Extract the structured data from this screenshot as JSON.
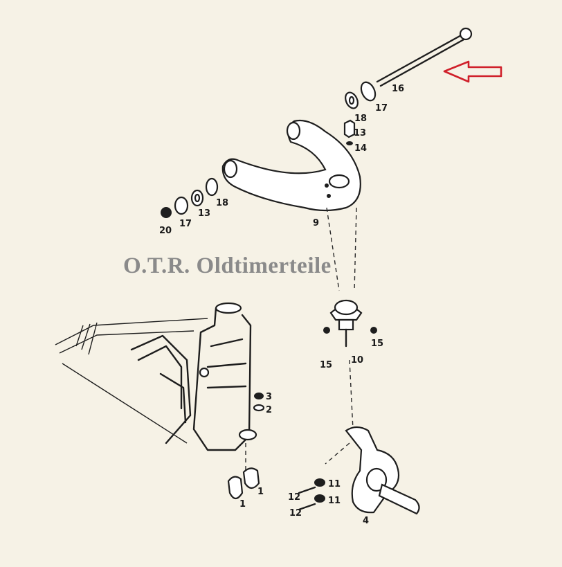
{
  "watermark": "O.T.R. Oldtimerteile",
  "labels": [
    "16",
    "17",
    "18",
    "13",
    "14",
    "20",
    "17",
    "13",
    "18",
    "9",
    "10",
    "15",
    "15",
    "3",
    "2",
    "1",
    "1",
    "11",
    "11",
    "12",
    "12",
    "4"
  ],
  "colors": {
    "arrow": "#d0202a",
    "background": "#f6f2e6",
    "lines": "#1e1e1e",
    "watermark": "#8a8a8a"
  },
  "icons": {
    "arrow": "left-arrow-icon"
  }
}
